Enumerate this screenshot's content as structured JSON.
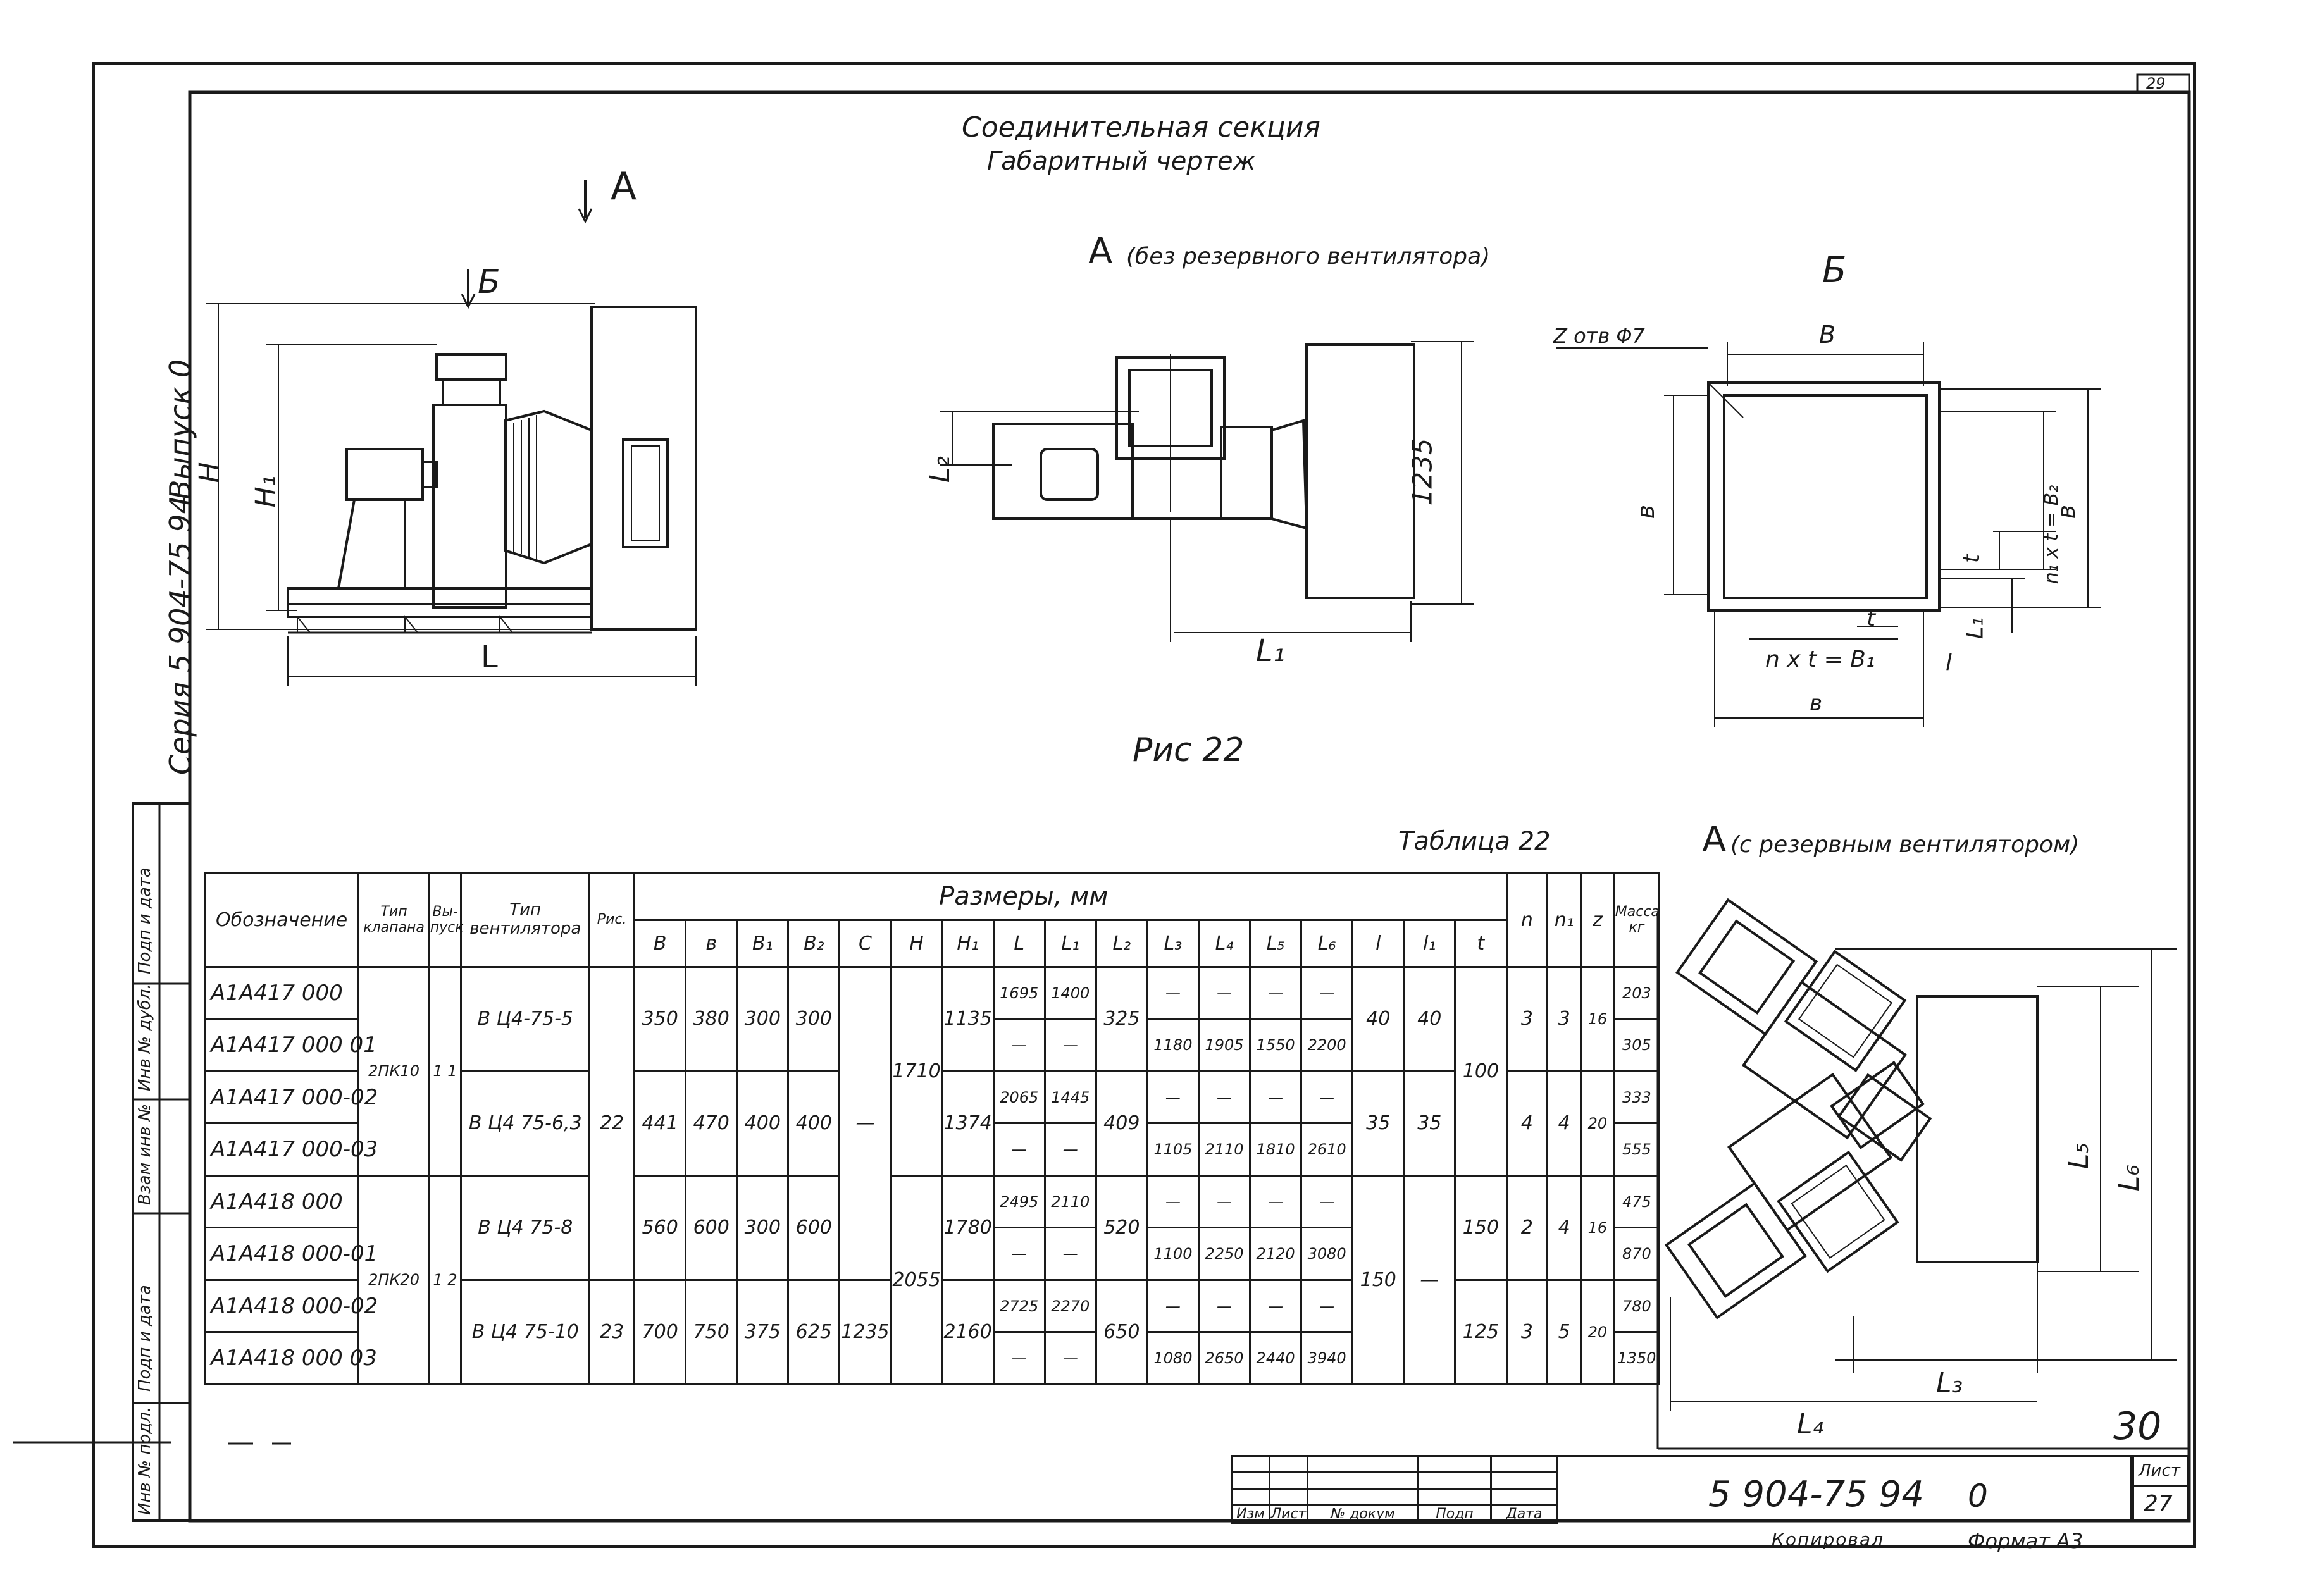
{
  "sheet": {
    "corner_number": "29",
    "page_mark": "30",
    "series_text": "Серия 5 904-75 94",
    "issue_text": "Выпуск 0",
    "title_line1": "Соединительная секция",
    "title_line2": "Габаритный чертеж",
    "figure_caption": "Рис 22",
    "table_caption": "Таблица 22",
    "doc_code": "5 904-75 94",
    "doc_variant": "0",
    "sheet_label": "Лист",
    "sheet_number": "27",
    "format": "Формат А3",
    "copy_mark": "Копировал"
  },
  "side_stamp": [
    "Инв № подл.",
    "Подп и дата",
    "Взам инв №",
    "Инв № дубл.",
    "Подп и дата"
  ],
  "title_block": {
    "col_labels": [
      "Изм",
      "Лист",
      "№ докум",
      "Подп",
      "Дата"
    ]
  },
  "views": {
    "view_a_arrow": "А",
    "view_b_arrow": "Б",
    "view_a_caption": "А",
    "view_a_note": "(без резервного вентилятора)",
    "view_b_caption": "Б",
    "view_a2_caption": "А",
    "view_a2_note": "(с резервным вентилятором)",
    "dim_H": "H",
    "dim_H1": "H₁",
    "dim_L": "L",
    "dim_L1": "L₁",
    "dim_L2": "L₂",
    "dim_1235": "1235",
    "holes": "Z отв Φ7",
    "dim_B_top": "B",
    "dim_B_left": "в",
    "dim_B_right": "в",
    "dim_nxt_B2": "n₁ x t = B₂",
    "dim_t_vertical": "t",
    "dim_t_bottom": "t",
    "dim_nxt_B1": "n x t = B₁",
    "dim_l_right": "l",
    "dim_L1_right": "L₁",
    "dim_b_bottom": "в",
    "dim_L3": "L₃",
    "dim_L4": "L₄",
    "dim_L5": "L₅",
    "dim_L6": "L₆"
  },
  "table": {
    "headers": {
      "designation": "Обозначение",
      "valve_type": "Тип клапана",
      "outlets": "Вы- пуск",
      "fan_type": "Тип вентилятора",
      "fig": "Рис.",
      "sizes": "Размеры, мм",
      "n": "n",
      "n1": "n₁",
      "z": "z",
      "mass": "Масса кг"
    },
    "size_cols": [
      "B",
      "в",
      "B₁",
      "B₂",
      "C",
      "H",
      "H₁",
      "L",
      "L₁",
      "L₂",
      "L₃",
      "L₄",
      "L₅",
      "L₆",
      "l",
      "l₁",
      "t"
    ],
    "designations": [
      "А1А417 000",
      "А1А417 000 01",
      "А1А417 000-02",
      "А1А417 000-03",
      "А1А418 000",
      "А1А418 000-01",
      "А1А418 000-02",
      "А1А418 000 03"
    ],
    "valve_types": [
      "2ПК10",
      "2ПК20"
    ],
    "outlets": [
      "1 1",
      "1 2"
    ],
    "fan_types": [
      "В Ц4-75-5",
      "В Ц4 75-6,3",
      "В Ц4 75-8",
      "В Ц4 75-10"
    ],
    "figs": [
      "22",
      "23"
    ],
    "B": [
      "350",
      "441",
      "560",
      "700"
    ],
    "b": [
      "380",
      "470",
      "600",
      "750"
    ],
    "B1": [
      "300",
      "400",
      "300",
      "375"
    ],
    "B2": [
      "300",
      "400",
      "600",
      "625"
    ],
    "C": [
      "—",
      "1235"
    ],
    "H": [
      "1710",
      "2055"
    ],
    "H1": [
      "1135",
      "1374",
      "1780",
      "2160"
    ],
    "L": [
      "1695",
      "—",
      "2065",
      "—",
      "2495",
      "—",
      "2725",
      "—"
    ],
    "L1": [
      "1400",
      "—",
      "1445",
      "—",
      "2110",
      "—",
      "2270",
      "—"
    ],
    "L2": [
      "325",
      "409",
      "520",
      "650"
    ],
    "L3": [
      "—",
      "1180",
      "—",
      "1105",
      "—",
      "1100",
      "—",
      "1080"
    ],
    "L4": [
      "—",
      "1905",
      "—",
      "2110",
      "—",
      "2250",
      "—",
      "2650"
    ],
    "L5": [
      "—",
      "1550",
      "—",
      "1810",
      "—",
      "2120",
      "—",
      "2440"
    ],
    "L6": [
      "—",
      "2200",
      "—",
      "2610",
      "—",
      "3080",
      "—",
      "3940"
    ],
    "l": [
      "40",
      "35",
      "150"
    ],
    "l1": [
      "40",
      "35",
      "—"
    ],
    "t": [
      "100",
      "150",
      "125"
    ],
    "n": [
      "3",
      "4",
      "2",
      "3"
    ],
    "n1": [
      "3",
      "4",
      "4",
      "5"
    ],
    "z": [
      "16",
      "20",
      "16",
      "20"
    ],
    "mass": [
      "203",
      "305",
      "333",
      "555",
      "475",
      "870",
      "780",
      "1350"
    ]
  }
}
